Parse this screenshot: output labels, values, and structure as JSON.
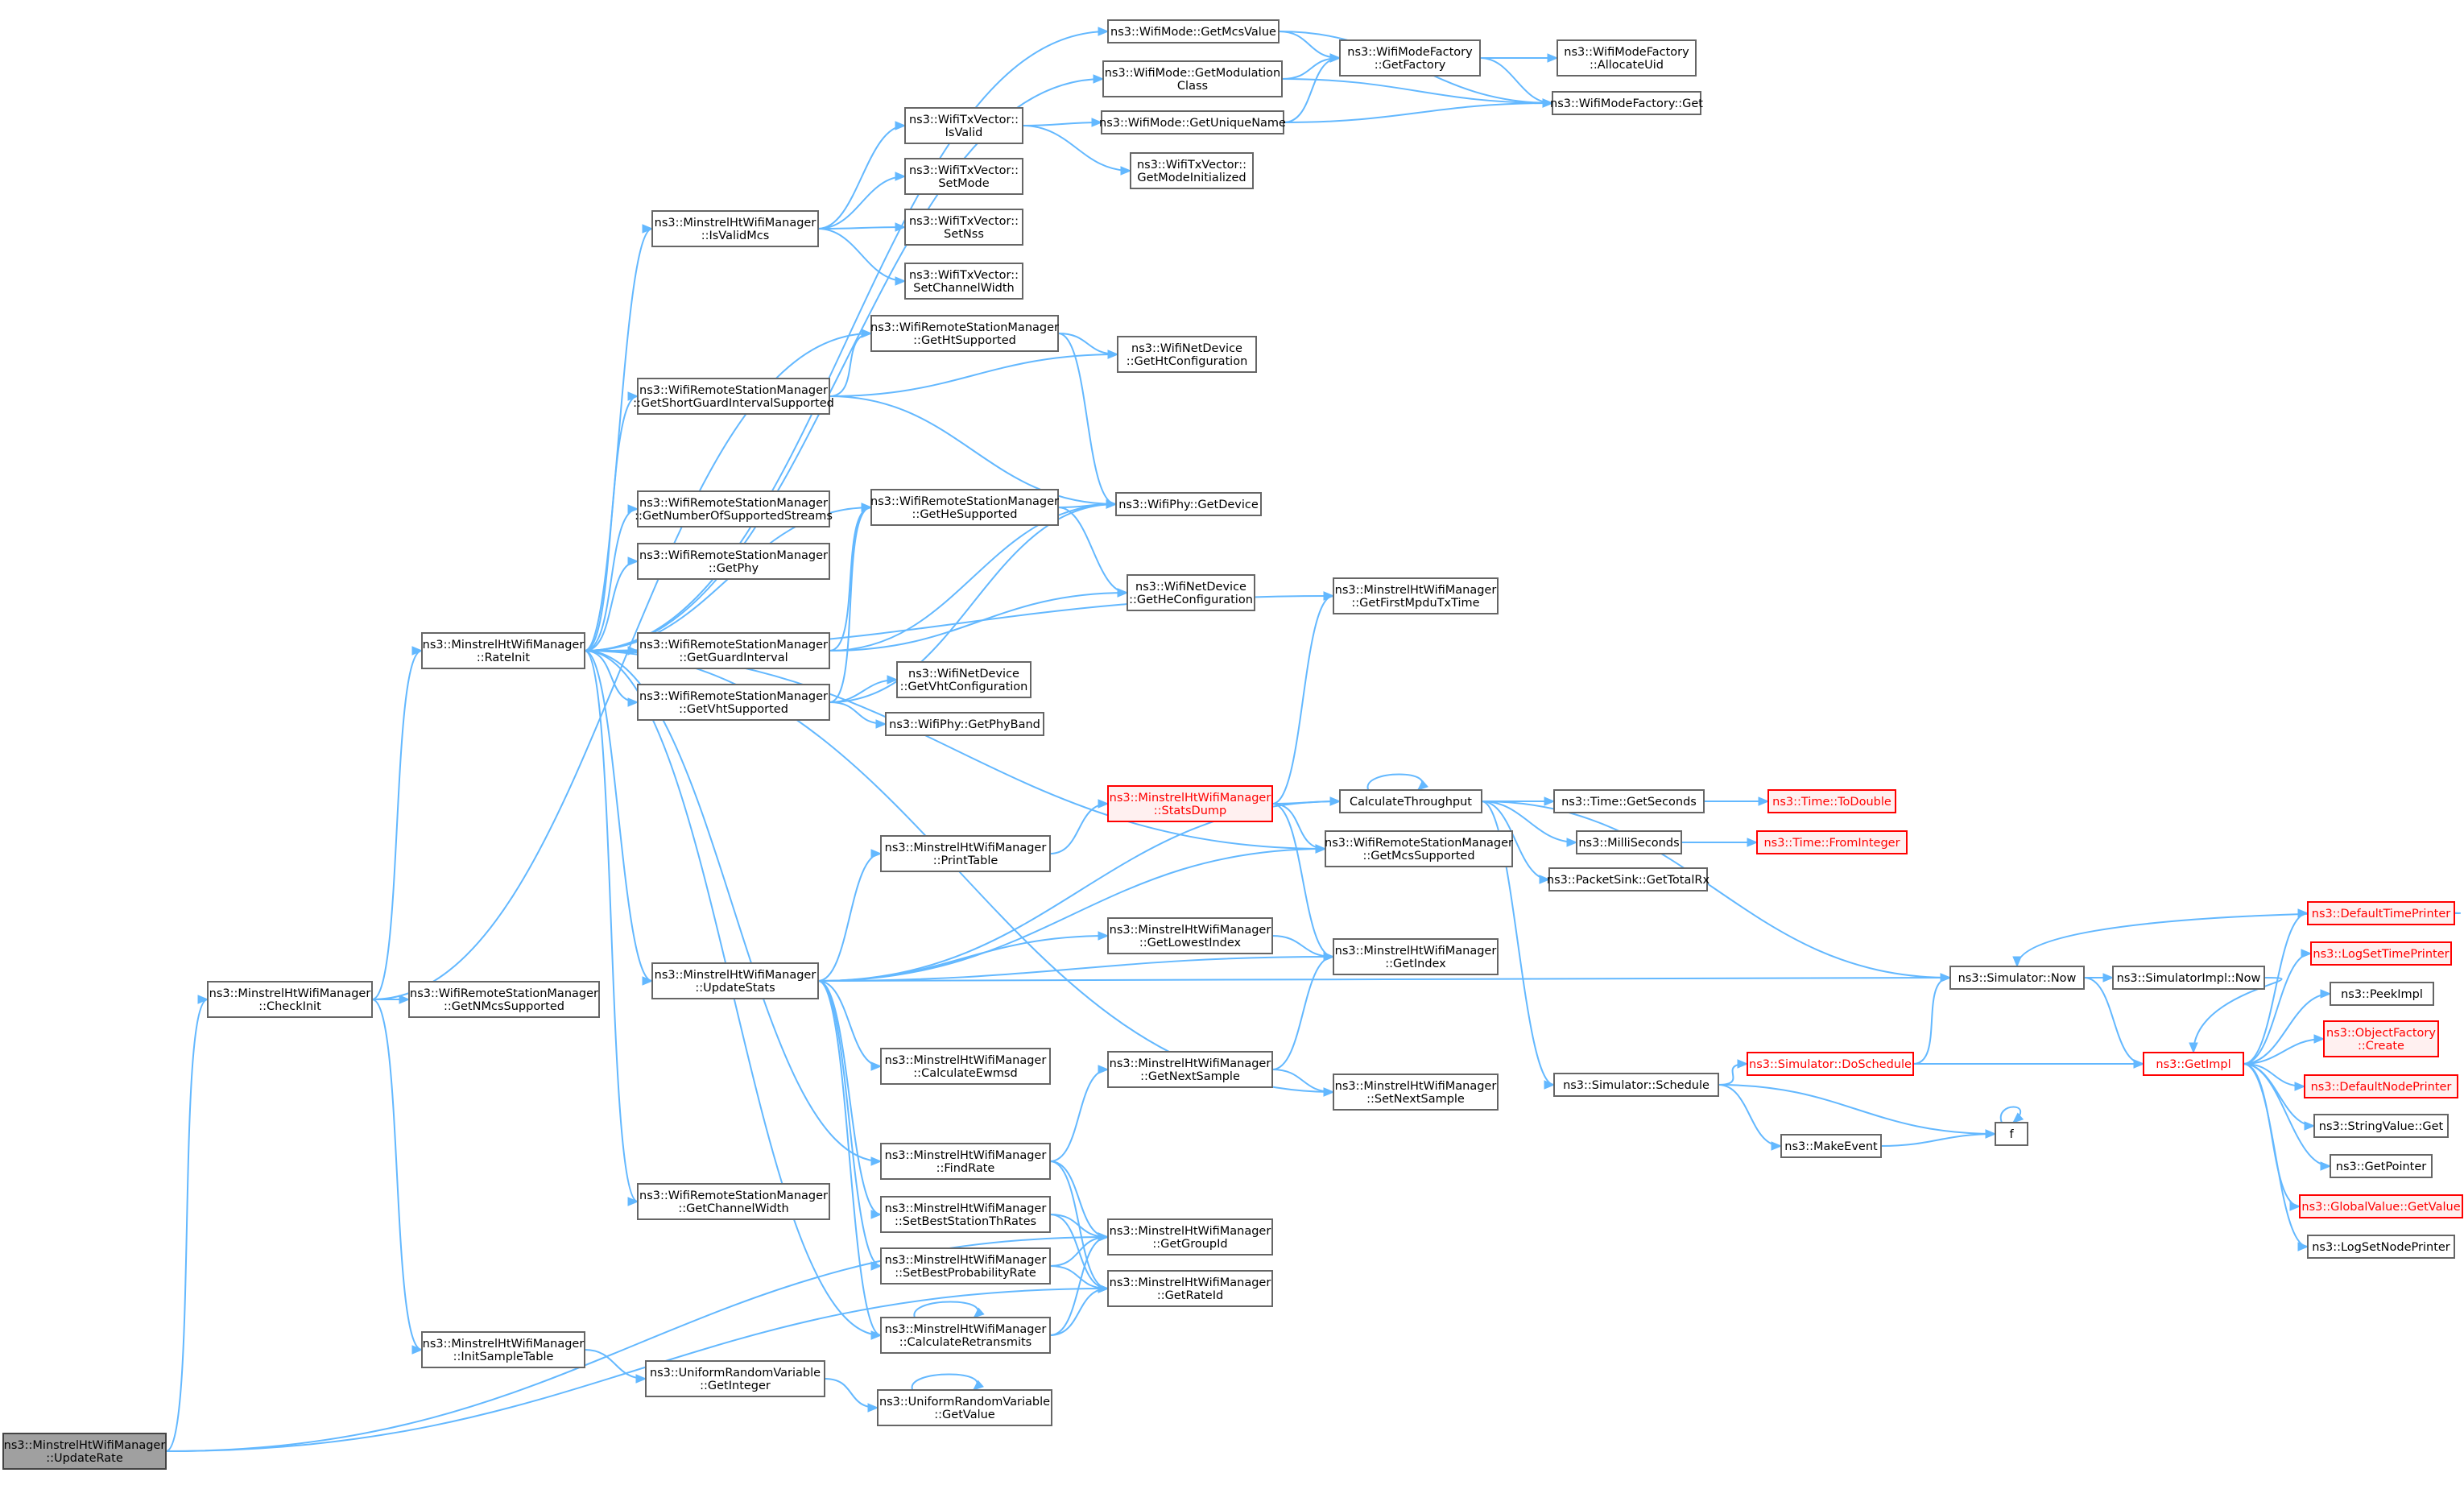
{
  "graph": {
    "nodes": [
      {
        "id": "UpdateRate",
        "lines": [
          "ns3::MinstrelHtWifiManager",
          "::UpdateRate"
        ],
        "style": "root"
      },
      {
        "id": "CheckInit",
        "lines": [
          "ns3::MinstrelHtWifiManager",
          "::CheckInit"
        ]
      },
      {
        "id": "GetNMcsSupported",
        "lines": [
          "ns3::WifiRemoteStationManager",
          "::GetNMcsSupported"
        ]
      },
      {
        "id": "InitSampleTable",
        "lines": [
          "ns3::MinstrelHtWifiManager",
          "::InitSampleTable"
        ]
      },
      {
        "id": "URVGetInteger",
        "lines": [
          "ns3::UniformRandomVariable",
          "::GetInteger"
        ]
      },
      {
        "id": "URVGetValue",
        "lines": [
          "ns3::UniformRandomVariable",
          "::GetValue"
        ]
      },
      {
        "id": "RateInit",
        "lines": [
          "ns3::MinstrelHtWifiManager",
          "::RateInit"
        ]
      },
      {
        "id": "IsValidMcs",
        "lines": [
          "ns3::MinstrelHtWifiManager",
          "::IsValidMcs"
        ]
      },
      {
        "id": "TxIsValid",
        "lines": [
          "ns3::WifiTxVector::",
          "IsValid"
        ]
      },
      {
        "id": "TxSetMode",
        "lines": [
          "ns3::WifiTxVector::",
          "SetMode"
        ]
      },
      {
        "id": "TxSetNss",
        "lines": [
          "ns3::WifiTxVector::",
          "SetNss"
        ]
      },
      {
        "id": "TxSetChannelWidth",
        "lines": [
          "ns3::WifiTxVector::",
          "SetChannelWidth"
        ]
      },
      {
        "id": "GetMcsValue",
        "lines": [
          "ns3::WifiMode::GetMcsValue"
        ]
      },
      {
        "id": "GetModulationClass",
        "lines": [
          "ns3::WifiMode::GetModulation",
          "Class"
        ]
      },
      {
        "id": "GetUniqueName",
        "lines": [
          "ns3::WifiMode::GetUniqueName"
        ]
      },
      {
        "id": "GetModeInitialized",
        "lines": [
          "ns3::WifiTxVector::",
          "GetModeInitialized"
        ]
      },
      {
        "id": "WMFGetFactory",
        "lines": [
          "ns3::WifiModeFactory",
          "::GetFactory"
        ]
      },
      {
        "id": "WMFAllocateUid",
        "lines": [
          "ns3::WifiModeFactory",
          "::AllocateUid"
        ]
      },
      {
        "id": "WMFGet",
        "lines": [
          "ns3::WifiModeFactory::Get"
        ]
      },
      {
        "id": "GetHtSupported",
        "lines": [
          "ns3::WifiRemoteStationManager",
          "::GetHtSupported"
        ]
      },
      {
        "id": "GetShortGI",
        "lines": [
          "ns3::WifiRemoteStationManager",
          "::GetShortGuardIntervalSupported"
        ]
      },
      {
        "id": "GetHtConfiguration",
        "lines": [
          "ns3::WifiNetDevice",
          "::GetHtConfiguration"
        ]
      },
      {
        "id": "GetNumberOfStreams",
        "lines": [
          "ns3::WifiRemoteStationManager",
          "::GetNumberOfSupportedStreams"
        ]
      },
      {
        "id": "GetPhy",
        "lines": [
          "ns3::WifiRemoteStationManager",
          "::GetPhy"
        ]
      },
      {
        "id": "GetHeSupported",
        "lines": [
          "ns3::WifiRemoteStationManager",
          "::GetHeSupported"
        ]
      },
      {
        "id": "PhyGetDevice",
        "lines": [
          "ns3::WifiPhy::GetDevice"
        ]
      },
      {
        "id": "GetHeConfiguration",
        "lines": [
          "ns3::WifiNetDevice",
          "::GetHeConfiguration"
        ]
      },
      {
        "id": "GetFirstMpduTxTime",
        "lines": [
          "ns3::MinstrelHtWifiManager",
          "::GetFirstMpduTxTime"
        ]
      },
      {
        "id": "GetGuardInterval",
        "lines": [
          "ns3::WifiRemoteStationManager",
          "::GetGuardInterval"
        ]
      },
      {
        "id": "GetVhtSupported",
        "lines": [
          "ns3::WifiRemoteStationManager",
          "::GetVhtSupported"
        ]
      },
      {
        "id": "GetVhtConfiguration",
        "lines": [
          "ns3::WifiNetDevice",
          "::GetVhtConfiguration"
        ]
      },
      {
        "id": "GetPhyBand",
        "lines": [
          "ns3::WifiPhy::GetPhyBand"
        ]
      },
      {
        "id": "StatsDump",
        "lines": [
          "ns3::MinstrelHtWifiManager",
          "::StatsDump"
        ],
        "style": "red-bg"
      },
      {
        "id": "CalculateThroughput",
        "lines": [
          "CalculateThroughput"
        ]
      },
      {
        "id": "GetMcsSupported",
        "lines": [
          "ns3::WifiRemoteStationManager",
          "::GetMcsSupported"
        ]
      },
      {
        "id": "PrintTable",
        "lines": [
          "ns3::MinstrelHtWifiManager",
          "::PrintTable"
        ]
      },
      {
        "id": "TimeGetSeconds",
        "lines": [
          "ns3::Time::GetSeconds"
        ]
      },
      {
        "id": "TimeToDouble",
        "lines": [
          "ns3::Time::ToDouble"
        ],
        "style": "red-bg"
      },
      {
        "id": "MilliSeconds",
        "lines": [
          "ns3::MilliSeconds"
        ]
      },
      {
        "id": "TimeFromInteger",
        "lines": [
          "ns3::Time::FromInteger"
        ],
        "style": "red-bg"
      },
      {
        "id": "PacketSinkGetTotalRx",
        "lines": [
          "ns3::PacketSink::GetTotalRx"
        ]
      },
      {
        "id": "UpdateStats",
        "lines": [
          "ns3::MinstrelHtWifiManager",
          "::UpdateStats"
        ]
      },
      {
        "id": "GetLowestIndex",
        "lines": [
          "ns3::MinstrelHtWifiManager",
          "::GetLowestIndex"
        ]
      },
      {
        "id": "GetIndex",
        "lines": [
          "ns3::MinstrelHtWifiManager",
          "::GetIndex"
        ]
      },
      {
        "id": "CalculateEwmsd",
        "lines": [
          "ns3::MinstrelHtWifiManager",
          "::CalculateEwmsd"
        ]
      },
      {
        "id": "GetNextSample",
        "lines": [
          "ns3::MinstrelHtWifiManager",
          "::GetNextSample"
        ]
      },
      {
        "id": "SetNextSample",
        "lines": [
          "ns3::MinstrelHtWifiManager",
          "::SetNextSample"
        ]
      },
      {
        "id": "FindRate",
        "lines": [
          "ns3::MinstrelHtWifiManager",
          "::FindRate"
        ]
      },
      {
        "id": "GetChannelWidth",
        "lines": [
          "ns3::WifiRemoteStationManager",
          "::GetChannelWidth"
        ]
      },
      {
        "id": "SetBestStationThRates",
        "lines": [
          "ns3::MinstrelHtWifiManager",
          "::SetBestStationThRates"
        ]
      },
      {
        "id": "SetBestProbabilityRate",
        "lines": [
          "ns3::MinstrelHtWifiManager",
          "::SetBestProbabilityRate"
        ]
      },
      {
        "id": "CalculateRetransmits",
        "lines": [
          "ns3::MinstrelHtWifiManager",
          "::CalculateRetransmits"
        ]
      },
      {
        "id": "GetGroupId",
        "lines": [
          "ns3::MinstrelHtWifiManager",
          "::GetGroupId"
        ]
      },
      {
        "id": "GetRateId",
        "lines": [
          "ns3::MinstrelHtWifiManager",
          "::GetRateId"
        ]
      },
      {
        "id": "SimNow",
        "lines": [
          "ns3::Simulator::Now"
        ]
      },
      {
        "id": "SimImplNow",
        "lines": [
          "ns3::SimulatorImpl::Now"
        ]
      },
      {
        "id": "SimSchedule",
        "lines": [
          "ns3::Simulator::Schedule"
        ]
      },
      {
        "id": "SimDoSchedule",
        "lines": [
          "ns3::Simulator::DoSchedule"
        ],
        "style": "red"
      },
      {
        "id": "MakeEvent",
        "lines": [
          "ns3::MakeEvent"
        ]
      },
      {
        "id": "f",
        "lines": [
          "f"
        ]
      },
      {
        "id": "GetImpl",
        "lines": [
          "ns3::GetImpl"
        ],
        "style": "red"
      },
      {
        "id": "DefaultTimePrinter",
        "lines": [
          "ns3::DefaultTimePrinter"
        ],
        "style": "red-bg"
      },
      {
        "id": "LogSetTimePrinter",
        "lines": [
          "ns3::LogSetTimePrinter"
        ],
        "style": "red-bg"
      },
      {
        "id": "PeekImpl",
        "lines": [
          "ns3::PeekImpl"
        ]
      },
      {
        "id": "ObjectFactoryCreate",
        "lines": [
          "ns3::ObjectFactory",
          "::Create"
        ],
        "style": "red-bg"
      },
      {
        "id": "DefaultNodePrinter",
        "lines": [
          "ns3::DefaultNodePrinter"
        ],
        "style": "red-bg"
      },
      {
        "id": "StringValueGet",
        "lines": [
          "ns3::StringValue::Get"
        ]
      },
      {
        "id": "GetPointer",
        "lines": [
          "ns3::GetPointer"
        ]
      },
      {
        "id": "GlobalValueGetValue",
        "lines": [
          "ns3::GlobalValue::GetValue"
        ],
        "style": "red-bg"
      },
      {
        "id": "LogSetNodePrinter",
        "lines": [
          "ns3::LogSetNodePrinter"
        ]
      }
    ],
    "edges": [
      [
        "UpdateRate",
        "CheckInit"
      ],
      [
        "UpdateRate",
        "GetGroupId"
      ],
      [
        "UpdateRate",
        "GetRateId"
      ],
      [
        "CheckInit",
        "GetNMcsSupported"
      ],
      [
        "CheckInit",
        "InitSampleTable"
      ],
      [
        "CheckInit",
        "RateInit"
      ],
      [
        "CheckInit",
        "GetHtSupported"
      ],
      [
        "InitSampleTable",
        "URVGetInteger"
      ],
      [
        "URVGetInteger",
        "URVGetValue"
      ],
      [
        "URVGetValue",
        "URVGetValue"
      ],
      [
        "RateInit",
        "IsValidMcs"
      ],
      [
        "RateInit",
        "GetMcsValue"
      ],
      [
        "RateInit",
        "GetModulationClass"
      ],
      [
        "RateInit",
        "GetShortGI"
      ],
      [
        "RateInit",
        "GetNumberOfStreams"
      ],
      [
        "RateInit",
        "GetPhy"
      ],
      [
        "RateInit",
        "GetHeSupported"
      ],
      [
        "RateInit",
        "GetFirstMpduTxTime"
      ],
      [
        "RateInit",
        "GetGuardInterval"
      ],
      [
        "RateInit",
        "GetVhtSupported"
      ],
      [
        "RateInit",
        "GetMcsSupported"
      ],
      [
        "RateInit",
        "UpdateStats"
      ],
      [
        "RateInit",
        "SetNextSample"
      ],
      [
        "RateInit",
        "FindRate"
      ],
      [
        "RateInit",
        "GetChannelWidth"
      ],
      [
        "RateInit",
        "CalculateRetransmits"
      ],
      [
        "IsValidMcs",
        "TxIsValid"
      ],
      [
        "IsValidMcs",
        "TxSetMode"
      ],
      [
        "IsValidMcs",
        "TxSetNss"
      ],
      [
        "IsValidMcs",
        "TxSetChannelWidth"
      ],
      [
        "TxIsValid",
        "GetUniqueName"
      ],
      [
        "TxIsValid",
        "GetModeInitialized"
      ],
      [
        "GetMcsValue",
        "WMFGetFactory"
      ],
      [
        "GetMcsValue",
        "WMFGet"
      ],
      [
        "GetModulationClass",
        "WMFGetFactory"
      ],
      [
        "GetModulationClass",
        "WMFGet"
      ],
      [
        "GetUniqueName",
        "WMFGetFactory"
      ],
      [
        "GetUniqueName",
        "WMFGet"
      ],
      [
        "WMFGetFactory",
        "WMFAllocateUid"
      ],
      [
        "WMFGetFactory",
        "WMFGet"
      ],
      [
        "GetHtSupported",
        "GetHtConfiguration"
      ],
      [
        "GetHtSupported",
        "PhyGetDevice"
      ],
      [
        "GetShortGI",
        "GetHtSupported"
      ],
      [
        "GetShortGI",
        "GetHtConfiguration"
      ],
      [
        "GetShortGI",
        "PhyGetDevice"
      ],
      [
        "GetHeSupported",
        "PhyGetDevice"
      ],
      [
        "GetHeSupported",
        "GetHeConfiguration"
      ],
      [
        "GetGuardInterval",
        "GetHeSupported"
      ],
      [
        "GetGuardInterval",
        "PhyGetDevice"
      ],
      [
        "GetGuardInterval",
        "GetHeConfiguration"
      ],
      [
        "GetVhtSupported",
        "GetHeSupported"
      ],
      [
        "GetVhtSupported",
        "PhyGetDevice"
      ],
      [
        "GetVhtSupported",
        "GetVhtConfiguration"
      ],
      [
        "GetVhtSupported",
        "GetPhyBand"
      ],
      [
        "UpdateStats",
        "CalculateThroughput"
      ],
      [
        "UpdateStats",
        "PrintTable"
      ],
      [
        "UpdateStats",
        "GetMcsSupported"
      ],
      [
        "UpdateStats",
        "GetLowestIndex"
      ],
      [
        "UpdateStats",
        "GetIndex"
      ],
      [
        "UpdateStats",
        "SimNow"
      ],
      [
        "UpdateStats",
        "CalculateEwmsd"
      ],
      [
        "UpdateStats",
        "SetBestStationThRates"
      ],
      [
        "UpdateStats",
        "SetBestProbabilityRate"
      ],
      [
        "UpdateStats",
        "CalculateRetransmits"
      ],
      [
        "PrintTable",
        "StatsDump"
      ],
      [
        "StatsDump",
        "GetFirstMpduTxTime"
      ],
      [
        "StatsDump",
        "CalculateThroughput"
      ],
      [
        "StatsDump",
        "GetMcsSupported"
      ],
      [
        "StatsDump",
        "GetIndex"
      ],
      [
        "CalculateThroughput",
        "CalculateThroughput"
      ],
      [
        "CalculateThroughput",
        "TimeGetSeconds"
      ],
      [
        "CalculateThroughput",
        "MilliSeconds"
      ],
      [
        "CalculateThroughput",
        "PacketSinkGetTotalRx"
      ],
      [
        "CalculateThroughput",
        "SimSchedule"
      ],
      [
        "CalculateThroughput",
        "SimNow"
      ],
      [
        "TimeGetSeconds",
        "TimeToDouble"
      ],
      [
        "MilliSeconds",
        "TimeFromInteger"
      ],
      [
        "GetLowestIndex",
        "GetIndex"
      ],
      [
        "GetNextSample",
        "GetIndex"
      ],
      [
        "GetNextSample",
        "SetNextSample"
      ],
      [
        "FindRate",
        "GetNextSample"
      ],
      [
        "FindRate",
        "GetGroupId"
      ],
      [
        "FindRate",
        "GetRateId"
      ],
      [
        "SetBestStationThRates",
        "GetGroupId"
      ],
      [
        "SetBestStationThRates",
        "GetRateId"
      ],
      [
        "SetBestProbabilityRate",
        "GetGroupId"
      ],
      [
        "SetBestProbabilityRate",
        "GetRateId"
      ],
      [
        "CalculateRetransmits",
        "CalculateRetransmits"
      ],
      [
        "CalculateRetransmits",
        "GetGroupId"
      ],
      [
        "CalculateRetransmits",
        "GetRateId"
      ],
      [
        "SimSchedule",
        "SimDoSchedule"
      ],
      [
        "SimSchedule",
        "MakeEvent"
      ],
      [
        "SimSchedule",
        "f"
      ],
      [
        "SimDoSchedule",
        "SimNow"
      ],
      [
        "SimDoSchedule",
        "GetImpl"
      ],
      [
        "MakeEvent",
        "f"
      ],
      [
        "f",
        "f"
      ],
      [
        "SimNow",
        "SimImplNow"
      ],
      [
        "SimNow",
        "GetImpl"
      ],
      [
        "SimImplNow",
        "GetImpl"
      ],
      [
        "GetImpl",
        "DefaultTimePrinter"
      ],
      [
        "GetImpl",
        "LogSetTimePrinter"
      ],
      [
        "GetImpl",
        "PeekImpl"
      ],
      [
        "GetImpl",
        "ObjectFactoryCreate"
      ],
      [
        "GetImpl",
        "DefaultNodePrinter"
      ],
      [
        "GetImpl",
        "StringValueGet"
      ],
      [
        "GetImpl",
        "GetPointer"
      ],
      [
        "GetImpl",
        "GlobalValueGetValue"
      ],
      [
        "GetImpl",
        "LogSetNodePrinter"
      ],
      [
        "DefaultTimePrinter",
        "SimNow"
      ]
    ]
  }
}
